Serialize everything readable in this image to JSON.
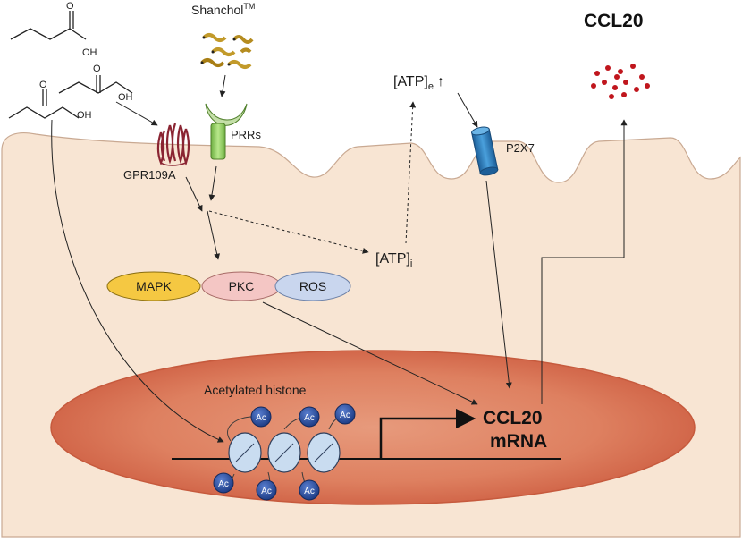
{
  "title": {
    "ccl20_top": "CCL20"
  },
  "labels": {
    "shanchol": "Shanchol",
    "shanchol_tm": "TM",
    "prrs": "PRRs",
    "gpr109a": "GPR109A",
    "p2x7": "P2X7",
    "atp_e": "[ATP]",
    "atp_e_sub": "e",
    "atp_e_arrow": "↑",
    "atp_i": "[ATP]",
    "atp_i_sub": "i",
    "mapk": "MAPK",
    "pkc": "PKC",
    "ros": "ROS",
    "acetylated_histone": "Acetylated histone",
    "ccl20_mrna_line1": "CCL20",
    "ccl20_mrna_line2": "mRNA",
    "ac": "Ac",
    "oh": "OH",
    "o": "O"
  },
  "colors": {
    "cytoplasm": "#f8e6d5",
    "nucleus_inner": "#e08a6a",
    "nucleus_outer": "#d9704f",
    "mapk": "#f5c842",
    "pkc": "#f4c6c4",
    "ros": "#c9d6ee",
    "histone": "#c9dcf0",
    "ac": "#2c4f9e",
    "ccl20_dots": "#c0161d",
    "gpr109a": "#8a2432",
    "prr": "#9fd66e",
    "p2x7": "#2f7fc0",
    "bacteria": "#c29a2a"
  }
}
